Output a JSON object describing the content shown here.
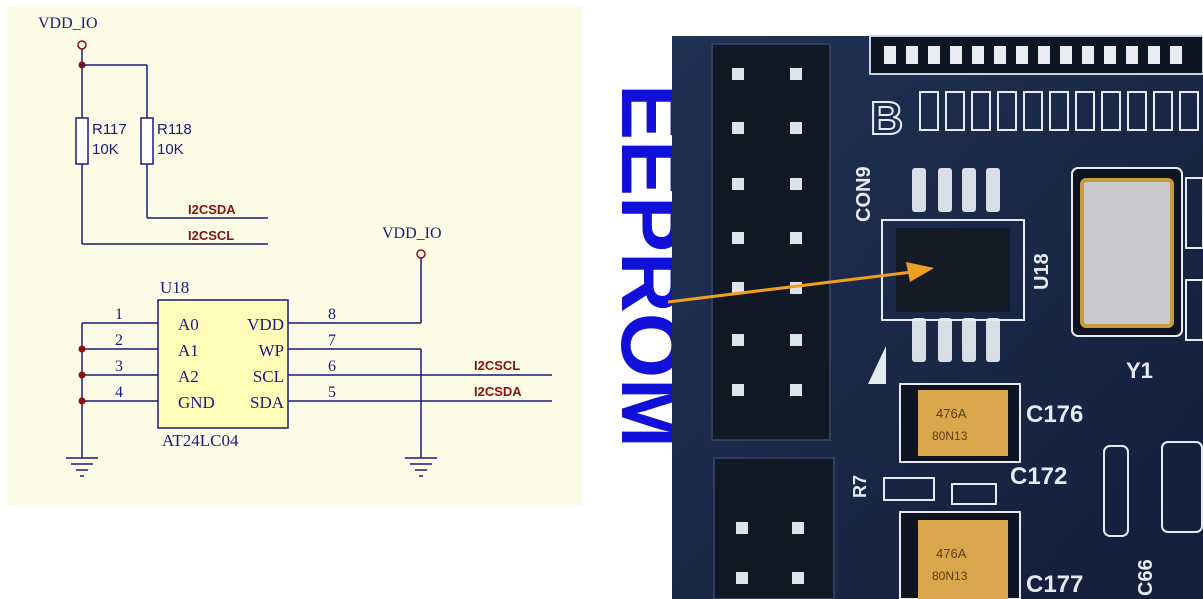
{
  "schematic": {
    "vdd_top": "VDD_IO",
    "vdd_right": "VDD_IO",
    "r117": {
      "ref": "R117",
      "value": "10K"
    },
    "r118": {
      "ref": "R118",
      "value": "10K"
    },
    "net_left_sda": "I2CSDA",
    "net_left_scl": "I2CSCL",
    "net_right_scl": "I2CSCL",
    "net_right_sda": "I2CSDA",
    "chip_ref": "U18",
    "chip_part": "AT24LC04",
    "pins_left": [
      {
        "num": "1",
        "name": "A0"
      },
      {
        "num": "2",
        "name": "A1"
      },
      {
        "num": "3",
        "name": "A2"
      },
      {
        "num": "4",
        "name": "GND"
      }
    ],
    "pins_right": [
      {
        "num": "8",
        "name": "VDD"
      },
      {
        "num": "7",
        "name": "WP"
      },
      {
        "num": "6",
        "name": "SCL"
      },
      {
        "num": "5",
        "name": "SDA"
      }
    ]
  },
  "callout": {
    "label": "EEPROM",
    "color": "#1010d8",
    "arrow_color": "#f0a020"
  },
  "photo": {
    "board_color": "#1b2a4a",
    "silkscreen": {
      "con": "CON9",
      "u": "U18",
      "y": "Y1",
      "c176": "C176",
      "c172": "C172",
      "c177": "C177",
      "c66": "C66",
      "r7": "R7",
      "b": "B",
      "cap_mark_1": "476A",
      "cap_code_1": "80N13",
      "cap_mark_2": "476A",
      "cap_code_2": "80N13"
    }
  }
}
